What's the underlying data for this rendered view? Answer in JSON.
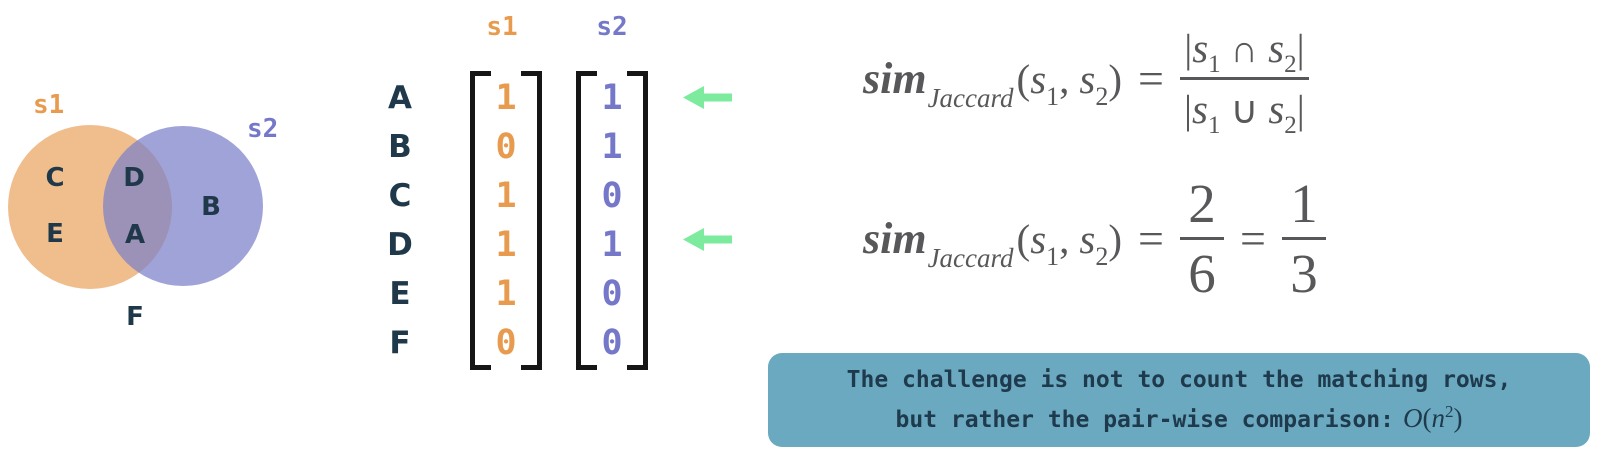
{
  "colors": {
    "s1_orange": "#e89b4e",
    "s2_purple": "#7578c8",
    "navy_text": "#1e3a4c",
    "arrow_green": "#7deb9e",
    "note_teal": "#6aa9bf",
    "formula_gray": "#58585a",
    "venn_s1_fill": "#f0be8d",
    "venn_s2_fill": "rgba(123,127,199,0.72)"
  },
  "venn": {
    "s1_label": "s1",
    "s2_label": "s2",
    "letters": {
      "c": "C",
      "d": "D",
      "e": "E",
      "a": "A",
      "b": "B",
      "f": "F"
    },
    "s1_only": [
      "C",
      "E"
    ],
    "intersection": [
      "D",
      "A"
    ],
    "s2_only": [
      "B"
    ],
    "outside": [
      "F"
    ]
  },
  "matrix": {
    "headers": {
      "s1": "s1",
      "s2": "s2"
    },
    "rows": [
      {
        "label": "A",
        "s1": "1",
        "s2": "1",
        "match": true
      },
      {
        "label": "B",
        "s1": "0",
        "s2": "1",
        "match": false
      },
      {
        "label": "C",
        "s1": "1",
        "s2": "0",
        "match": false
      },
      {
        "label": "D",
        "s1": "1",
        "s2": "1",
        "match": true
      },
      {
        "label": "E",
        "s1": "1",
        "s2": "0",
        "match": false
      },
      {
        "label": "F",
        "s1": "0",
        "s2": "0",
        "match": false
      }
    ]
  },
  "formula_def": {
    "func": "sim",
    "func_sub": "Jaccard",
    "paren_open": "(",
    "var": "s",
    "sub1": "1",
    "comma": ",",
    "sub2": "2",
    "paren_close": ")",
    "equals": "=",
    "num_bar_l": "|",
    "intersect_op": "∩",
    "num_bar_r": "|",
    "den_bar_l": "|",
    "union_op": "∪",
    "den_bar_r": "|"
  },
  "formula_ex": {
    "func": "sim",
    "func_sub": "Jaccard",
    "paren_open": "(",
    "var": "s",
    "sub1": "1",
    "comma": ",",
    "sub2": "2",
    "paren_close": ")",
    "equals1": "=",
    "frac1_num": "2",
    "frac1_den": "6",
    "equals2": "=",
    "frac2_num": "1",
    "frac2_den": "3"
  },
  "note": {
    "line1": "The challenge is not to count the matching rows,",
    "line2": "but rather the pair-wise comparison:",
    "big_o_func": "O",
    "big_o_open": "(",
    "big_o_var": "n",
    "big_o_exp": "2",
    "big_o_close": ")"
  }
}
